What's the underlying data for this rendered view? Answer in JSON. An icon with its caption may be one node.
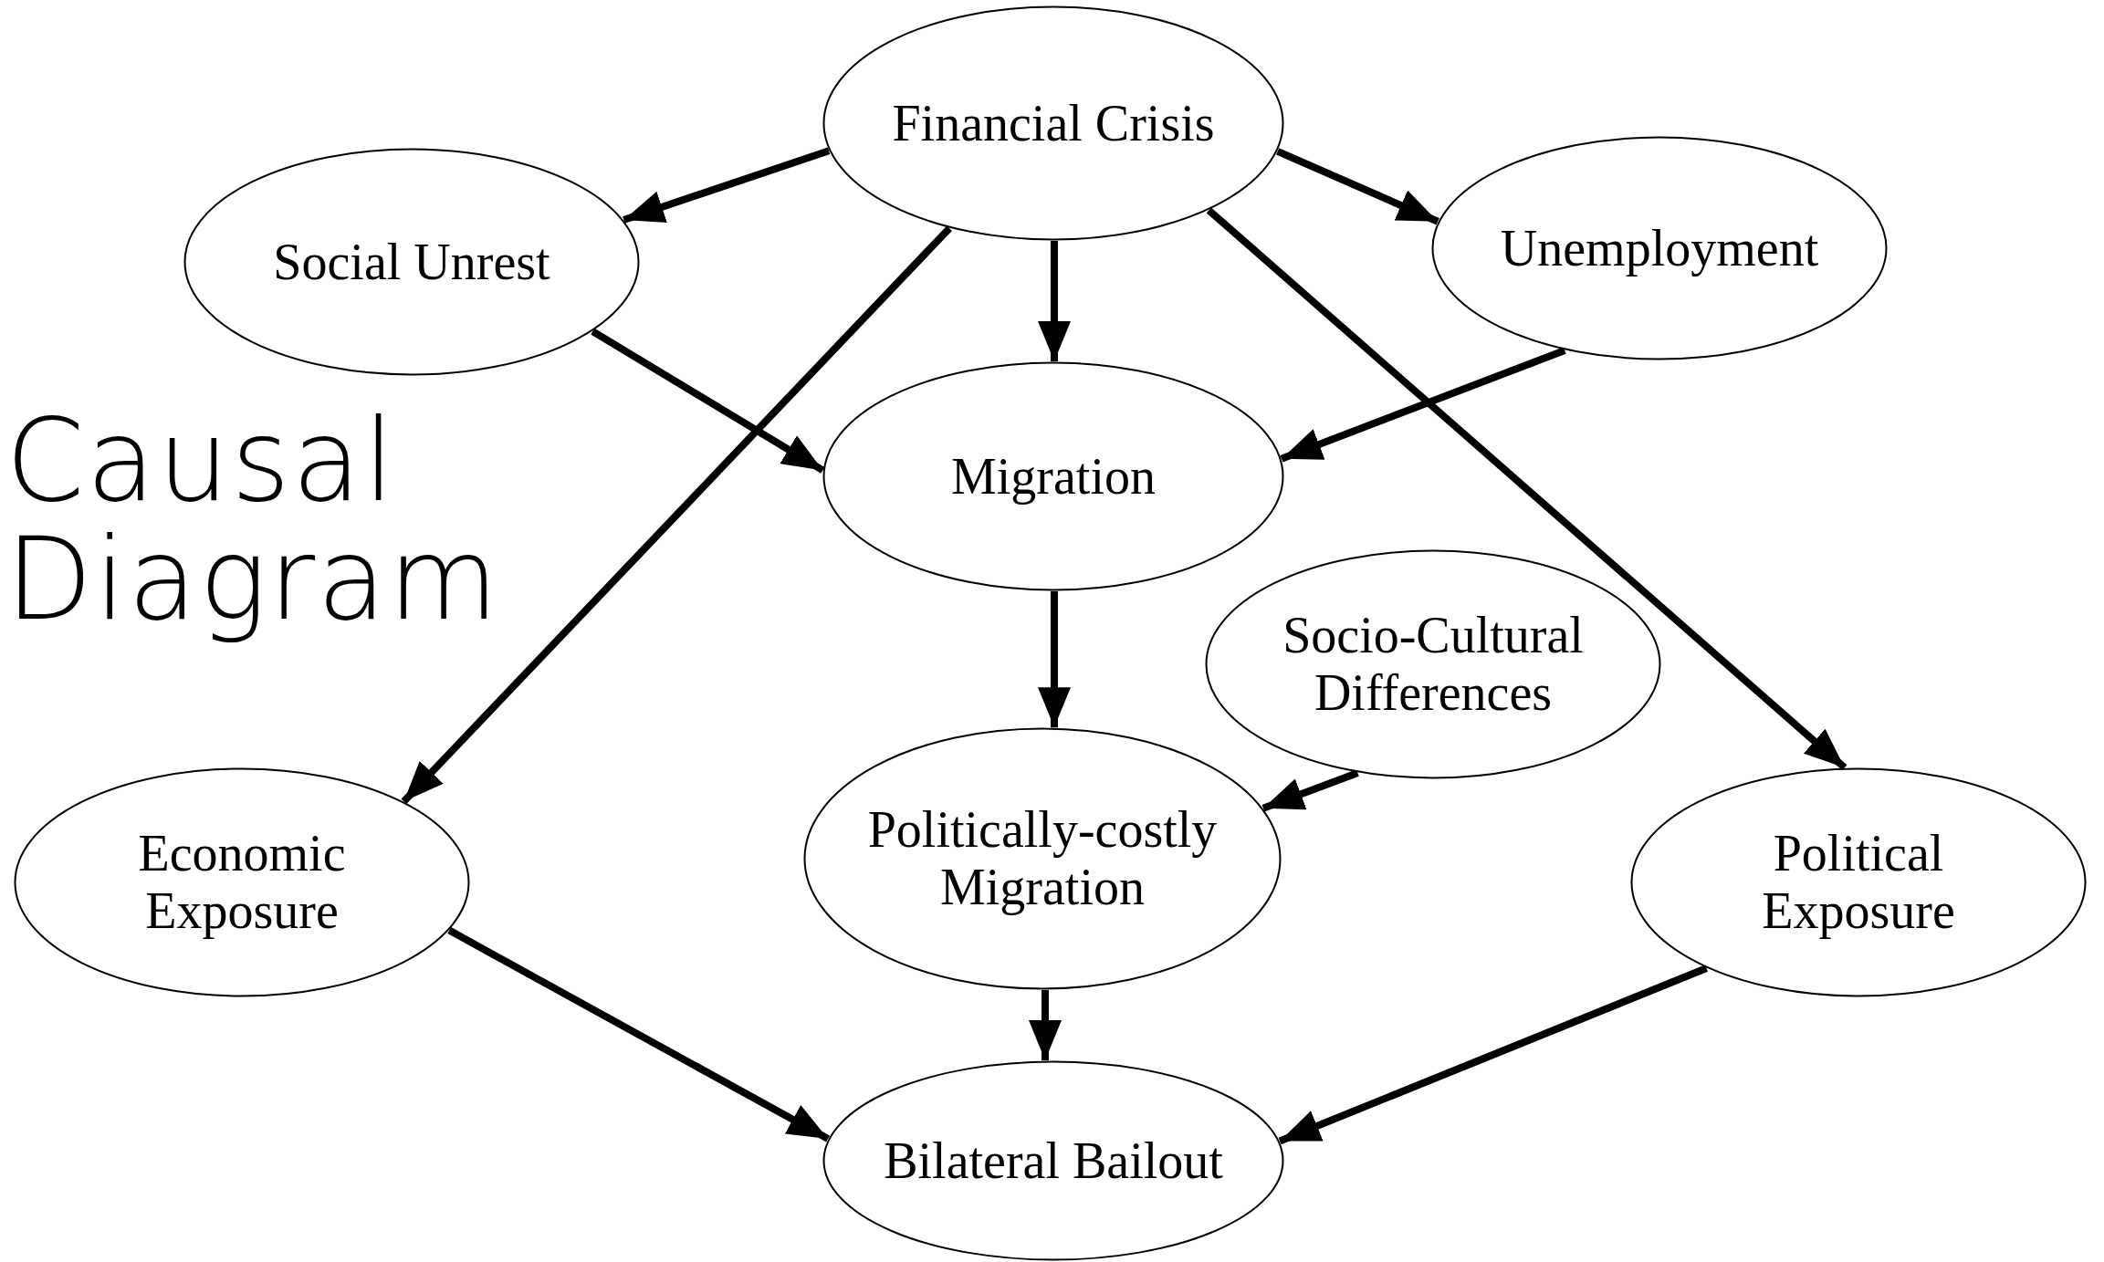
{
  "diagram": {
    "title": "Causal Diagram",
    "nodes": [
      {
        "text": [
          "Financial Crisis"
        ]
      },
      {
        "text": [
          "Social Unrest"
        ]
      },
      {
        "text": [
          "Unemployment"
        ]
      },
      {
        "text": [
          "Migration"
        ]
      },
      {
        "text": [
          "Socio-Cultural Differences"
        ]
      },
      {
        "text": [
          "Economic Exposure"
        ]
      },
      {
        "text": [
          "Politically-costly Migration"
        ]
      },
      {
        "text": [
          "Political Exposure"
        ]
      },
      {
        "text": [
          "Bilateral Bailout"
        ]
      }
    ],
    "edges": [
      {
        "from": 0,
        "to": 1,
        "arrow": "to"
      },
      {
        "from": 0,
        "to": 2,
        "arrow": "to"
      },
      {
        "from": 0,
        "to": 3,
        "arrow": "to"
      },
      {
        "from": 0,
        "to": 5,
        "arrow": "to"
      },
      {
        "from": 0,
        "to": 7,
        "arrow": "to"
      },
      {
        "from": 1,
        "to": 3,
        "arrow": "to"
      },
      {
        "from": 2,
        "to": 3,
        "arrow": "to"
      },
      {
        "from": 3,
        "to": 6,
        "arrow": "to"
      },
      {
        "from": 4,
        "to": 6,
        "arrow": "to"
      },
      {
        "from": 5,
        "to": 8,
        "arrow": "to"
      },
      {
        "from": 6,
        "to": 8,
        "arrow": "to"
      },
      {
        "from": 7,
        "to": 8,
        "arrow": "to"
      }
    ]
  }
}
